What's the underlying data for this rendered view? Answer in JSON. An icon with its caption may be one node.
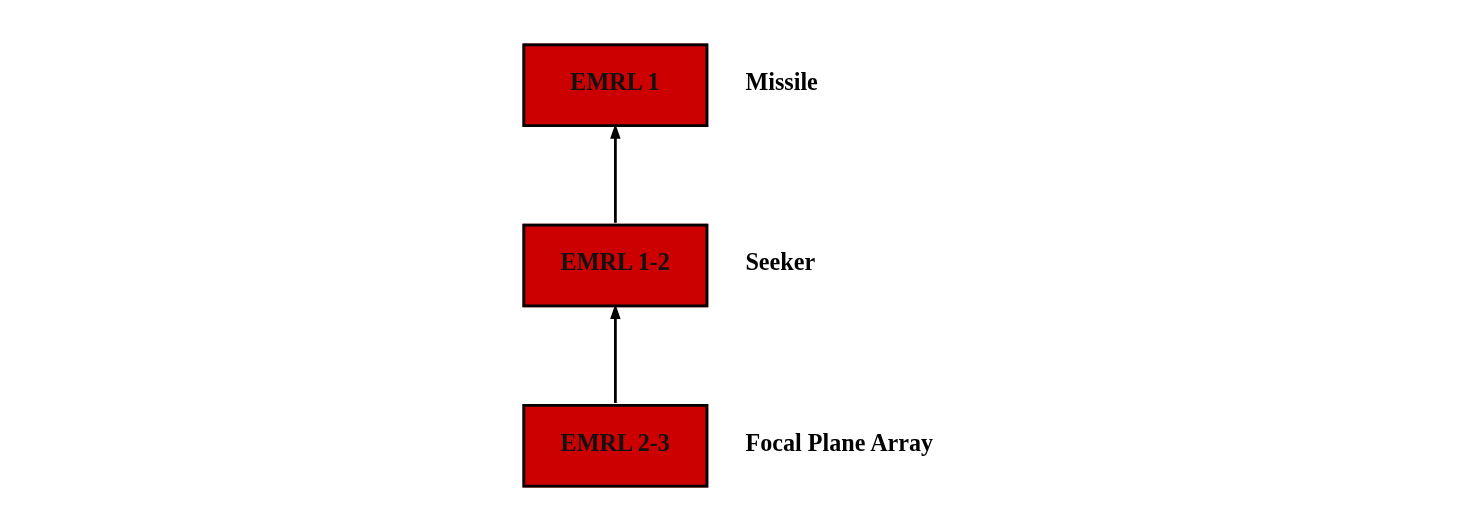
{
  "diagram": {
    "nodes": [
      {
        "text": [
          "EMRL 1"
        ],
        "beside": [
          "Missile"
        ]
      },
      {
        "text": [
          "EMRL 1-2"
        ],
        "beside": [
          "Seeker"
        ]
      },
      {
        "text": [
          "EMRL 2-3"
        ],
        "beside": [
          "Focal Plane Array"
        ]
      }
    ],
    "edges": [
      {
        "from": 2,
        "to": 1,
        "arrow": "to"
      },
      {
        "from": 1,
        "to": 0,
        "arrow": "to"
      }
    ]
  }
}
